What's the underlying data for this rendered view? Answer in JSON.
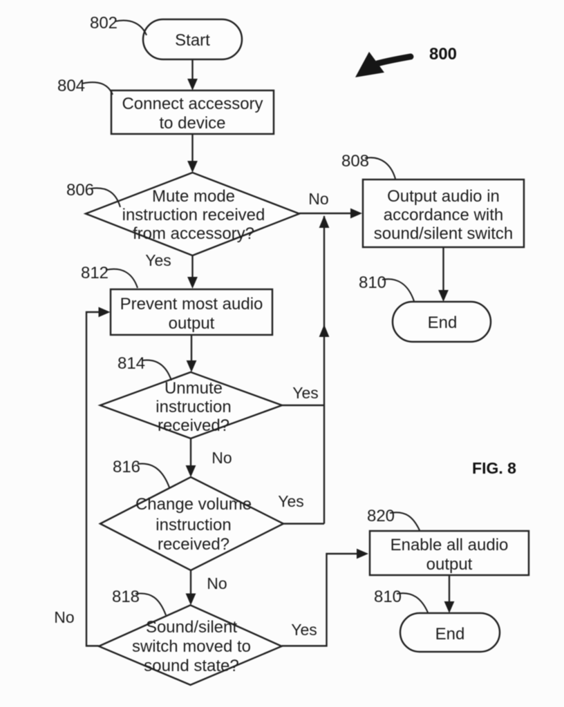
{
  "figure": {
    "caption": "FIG. 8",
    "figure_number": "800"
  },
  "colors": {
    "ink": "#222222",
    "paper": "#fcfcfc"
  },
  "nodes": {
    "start": {
      "ref": "802",
      "type": "terminator",
      "lines": [
        "Start"
      ]
    },
    "connect_accessory": {
      "ref": "804",
      "type": "process",
      "lines": [
        "Connect accessory",
        "to device"
      ]
    },
    "mute_mode_check": {
      "ref": "806",
      "type": "decision",
      "lines": [
        "Mute mode",
        "instruction received",
        "from accessory?"
      ]
    },
    "output_audio": {
      "ref": "808",
      "type": "process",
      "lines": [
        "Output audio in",
        "accordance with",
        "sound/silent switch"
      ]
    },
    "end_upper": {
      "ref": "810",
      "type": "terminator",
      "lines": [
        "End"
      ]
    },
    "prevent_audio": {
      "ref": "812",
      "type": "process",
      "lines": [
        "Prevent most audio",
        "output"
      ]
    },
    "unmute_check": {
      "ref": "814",
      "type": "decision",
      "lines": [
        "Unmute",
        "instruction",
        "received?"
      ]
    },
    "change_volume_check": {
      "ref": "816",
      "type": "decision",
      "lines": [
        "Change volume",
        "instruction",
        "received?"
      ]
    },
    "switch_moved_check": {
      "ref": "818",
      "type": "decision",
      "lines": [
        "Sound/silent",
        "switch moved to",
        "sound state?"
      ]
    },
    "enable_audio": {
      "ref": "820",
      "type": "process",
      "lines": [
        "Enable all audio",
        "output"
      ]
    },
    "end_lower": {
      "ref": "810",
      "type": "terminator",
      "lines": [
        "End"
      ]
    }
  },
  "edge_labels": {
    "mute_no": "No",
    "mute_yes": "Yes",
    "unmute_yes": "Yes",
    "unmute_no": "No",
    "volume_yes": "Yes",
    "volume_no": "No",
    "switch_yes": "Yes",
    "switch_no": "No"
  }
}
